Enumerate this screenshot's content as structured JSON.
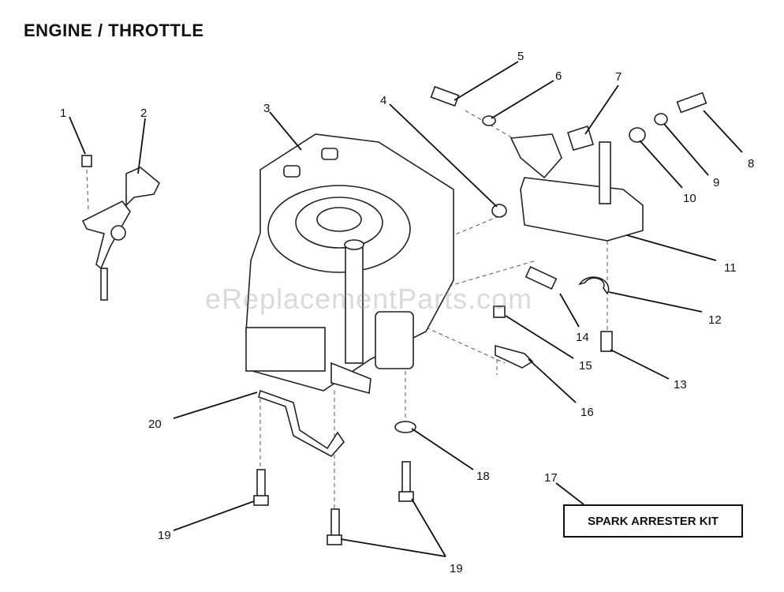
{
  "title": "ENGINE / THROTTLE",
  "kit_label": "SPARK ARRESTER KIT",
  "watermark": "eReplacementParts.com",
  "callouts": [
    {
      "id": "c1",
      "number": "1"
    },
    {
      "id": "c2",
      "number": "2"
    },
    {
      "id": "c3",
      "number": "3"
    },
    {
      "id": "c4",
      "number": "4"
    },
    {
      "id": "c5",
      "number": "5"
    },
    {
      "id": "c6",
      "number": "6"
    },
    {
      "id": "c7",
      "number": "7"
    },
    {
      "id": "c8",
      "number": "8"
    },
    {
      "id": "c9",
      "number": "9"
    },
    {
      "id": "c10",
      "number": "10"
    },
    {
      "id": "c11",
      "number": "11"
    },
    {
      "id": "c12",
      "number": "12"
    },
    {
      "id": "c13",
      "number": "13"
    },
    {
      "id": "c14",
      "number": "14"
    },
    {
      "id": "c15",
      "number": "15"
    },
    {
      "id": "c16",
      "number": "16"
    },
    {
      "id": "c17",
      "number": "17"
    },
    {
      "id": "c18",
      "number": "18"
    },
    {
      "id": "c19a",
      "number": "19"
    },
    {
      "id": "c19b",
      "number": "19"
    },
    {
      "id": "c20",
      "number": "20"
    }
  ]
}
